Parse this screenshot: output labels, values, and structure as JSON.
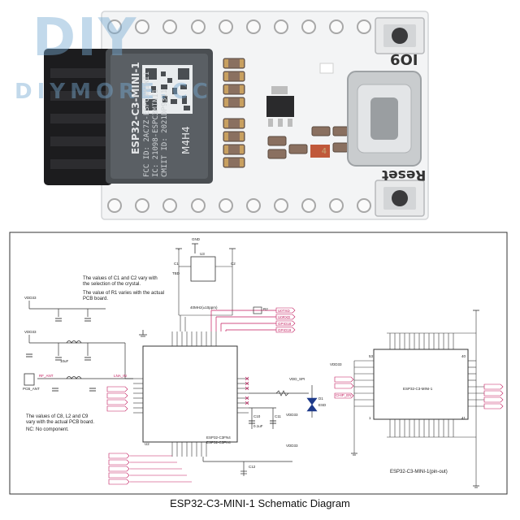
{
  "photo": {
    "watermark_logo": "DIY",
    "watermark_text": "DIYMORE.CC",
    "silk_io9": "IO9",
    "silk_reset": "Reset",
    "module_name": "ESP32-C3-MINI-1",
    "module_line1": "FCC ID: 2AC7Z-ESPC3MINI1",
    "module_line2": "IC: 21098-ESPC3MINI1",
    "module_line3": "CMIIT ID: 2021DP9311",
    "module_code": "M4H4",
    "cap_label": "4"
  },
  "schematic": {
    "title": "ESP32-C3-MINI-1 Schematic Diagram",
    "note_crystal_1": "The values of C1 and C2 vary with",
    "note_crystal_2": "the selection of the crystal.",
    "note_r1_1": "The value of R1 varies with the actual",
    "note_r1_2": "PCB board.",
    "note_c8_1": "The values of C8, L2 and C9",
    "note_c8_2": "vary with the actual PCB board.",
    "note_nc": "NC: No component.",
    "lbl_vdd33_a": "VDD33",
    "lbl_vdd33_b": "VDD33",
    "lbl_vdd33_c": "VDD33",
    "lbl_vdd33_d": "VDD33",
    "lbl_vdd33_e": "VDD33",
    "lbl_gnd": "GND",
    "lbl_crystal": "40MHz(±10ppm)",
    "lbl_chip": "ESP32-C3FN4",
    "lbl_chip2": "ESP32-C3FH4",
    "lbl_u2": "U2",
    "lbl_vdd_spi": "VDD_SPI",
    "lbl_esd": "ESD",
    "lbl_d1": "D1",
    "lbl_ant": "PCB_ANT",
    "lbl_rf_ant": "RF_ANT",
    "lbl_lna_in": "LNA_IN",
    "lbl_module": "ESP32-C3-MINI-1",
    "lbl_pinout": "ESP32-C3-MINI-1(pin-out)",
    "lbl_chip_en": "CHIP_EN",
    "lbl_u0txd": "U0TXD",
    "lbl_u0rxd": "U0RXD",
    "lbl_gpio18": "GPIO18",
    "lbl_gpio19": "GPIO19",
    "lbl_c1": "C1",
    "lbl_c2": "C2",
    "lbl_c10": "C10",
    "lbl_c11": "C11",
    "lbl_c12": "C12",
    "lbl_u3": "U3",
    "lbl_r2": "R2",
    "lbl_tbd": "TBD",
    "lbl_cap_val": "0.1uF",
    "lbl_cap_val2": "10uF",
    "lbl_pin1": "1",
    "lbl_pin53": "53",
    "lbl_pin40": "40",
    "lbl_pin41": "41"
  }
}
